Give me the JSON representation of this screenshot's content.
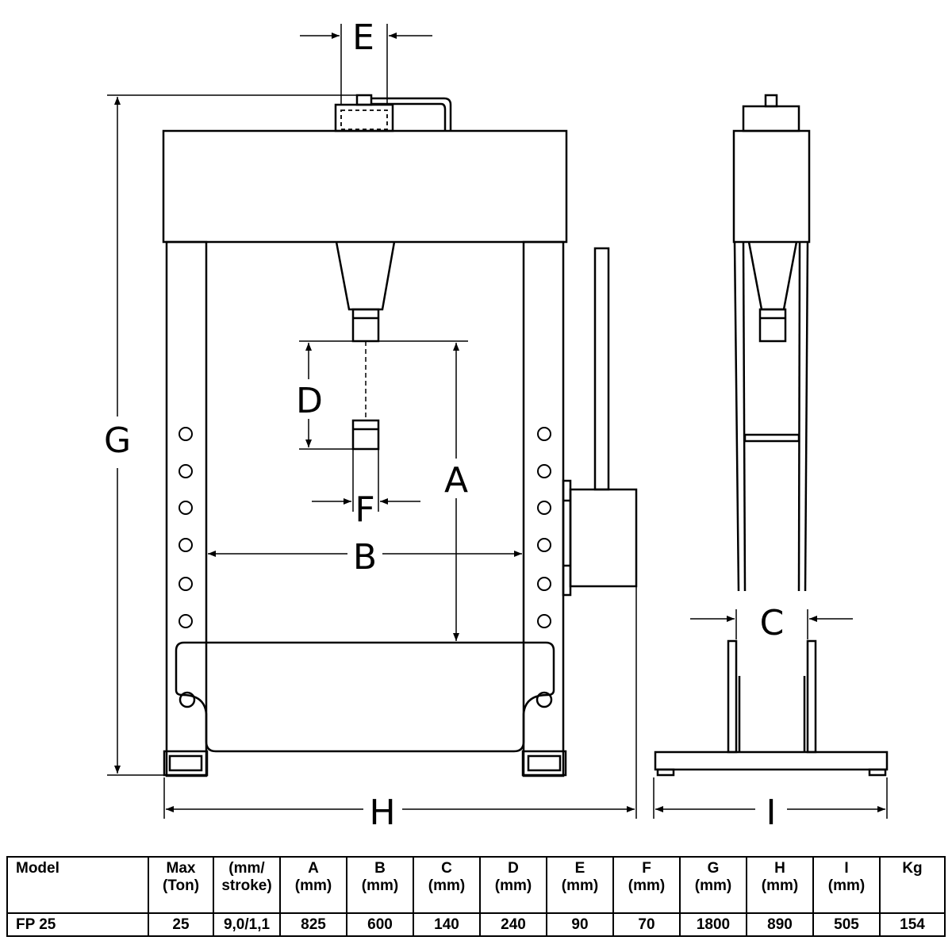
{
  "diagram": {
    "dimension_labels": {
      "A": "A",
      "B": "B",
      "C": "C",
      "D": "D",
      "E": "E",
      "F": "F",
      "G": "G",
      "H": "H",
      "I": "I"
    }
  },
  "table": {
    "headers": [
      {
        "line1": "Model",
        "line2": ""
      },
      {
        "line1": "Max",
        "line2": "(Ton)"
      },
      {
        "line1": "(mm/",
        "line2": "stroke)"
      },
      {
        "line1": "A",
        "line2": "(mm)"
      },
      {
        "line1": "B",
        "line2": "(mm)"
      },
      {
        "line1": "C",
        "line2": "(mm)"
      },
      {
        "line1": "D",
        "line2": "(mm)"
      },
      {
        "line1": "E",
        "line2": "(mm)"
      },
      {
        "line1": "F",
        "line2": "(mm)"
      },
      {
        "line1": "G",
        "line2": "(mm)"
      },
      {
        "line1": "H",
        "line2": "(mm)"
      },
      {
        "line1": "I",
        "line2": "(mm)"
      },
      {
        "line1": "Kg",
        "line2": ""
      }
    ],
    "rows": [
      [
        "FP 25",
        "25",
        "9,0/1,1",
        "825",
        "600",
        "140",
        "240",
        "90",
        "70",
        "1800",
        "890",
        "505",
        "154"
      ]
    ]
  }
}
